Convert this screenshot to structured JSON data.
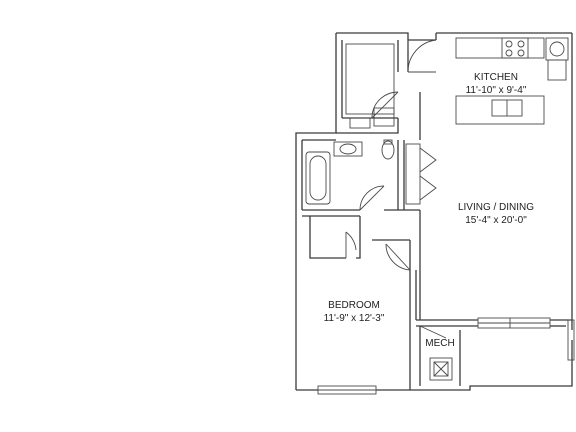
{
  "rooms": {
    "kitchen": {
      "name": "KITCHEN",
      "dims": "11'-10\" x 9'-4\""
    },
    "living": {
      "name": "LIVING / DINING",
      "dims": "15'-4\" x 20'-0\""
    },
    "bedroom": {
      "name": "BEDROOM",
      "dims": "11'-9\" x 12'-3\""
    },
    "mech": {
      "name": "MECH"
    }
  }
}
